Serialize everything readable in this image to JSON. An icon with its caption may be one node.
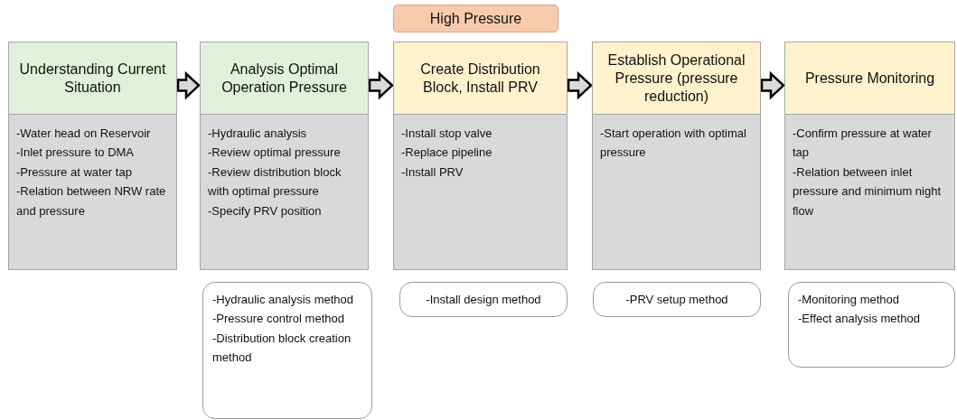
{
  "diagram": {
    "nodes": [
      {
        "text": [
          "High Pressure"
        ]
      },
      {
        "text": [
          "Understanding Current Situation"
        ]
      },
      {
        "text": [
          "-Water head on Reservoir",
          "-Inlet pressure to DMA",
          "-Pressure at water tap",
          "-Relation between NRW rate and pressure"
        ]
      },
      {
        "text": [
          "Analysis Optimal Operation Pressure"
        ]
      },
      {
        "text": [
          "-Hydraulic analysis",
          "-Review optimal pressure",
          "-Review distribution block with optimal pressure",
          "-Specify PRV position"
        ]
      },
      {
        "text": [
          "-Hydraulic analysis method",
          "-Pressure control method",
          "-Distribution block creation method"
        ]
      },
      {
        "text": [
          "Create Distribution Block, Install PRV"
        ]
      },
      {
        "text": [
          "-Install stop valve",
          "-Replace pipeline",
          "-Install PRV"
        ]
      },
      {
        "text": [
          "-Install design method"
        ]
      },
      {
        "text": [
          "Establish Operational Pressure (pressure reduction)"
        ]
      },
      {
        "text": [
          "-Start operation with optimal pressure"
        ]
      },
      {
        "text": [
          "-PRV setup method"
        ]
      },
      {
        "text": [
          "Pressure Monitoring"
        ]
      },
      {
        "text": [
          "-Confirm pressure at water tap",
          "-Relation between inlet pressure and minimum night flow"
        ]
      },
      {
        "text": [
          "-Monitoring method",
          "-Effect analysis method"
        ]
      }
    ],
    "edges": [
      {
        "from": 1,
        "to": 3,
        "arrow": "to"
      },
      {
        "from": 3,
        "to": 6,
        "arrow": "to"
      },
      {
        "from": 6,
        "to": 9,
        "arrow": "to"
      },
      {
        "from": 9,
        "to": 12,
        "arrow": "to"
      }
    ]
  }
}
